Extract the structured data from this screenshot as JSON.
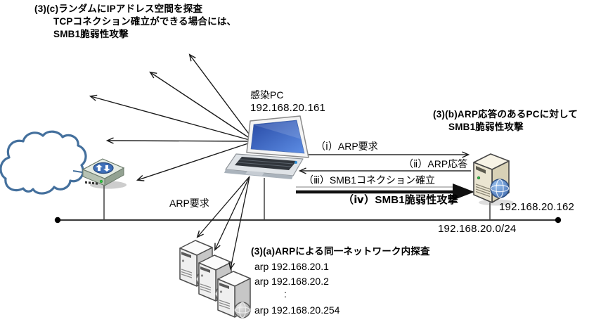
{
  "diagram": {
    "notes": {
      "random_scan": {
        "line1": "(3)(c)ランダムにIPアドレス空間を探査",
        "line2": "TCPコネクション確立ができる場合には、",
        "line3": "SMB1脆弱性攻撃"
      },
      "arp_response_attack": {
        "line1": "(3)(b)ARP応答のあるPCに対して",
        "line2": "SMB1脆弱性攻撃"
      },
      "arp_lan_scan": {
        "title": "(3)(a)ARPによる同一ネットワーク内探査",
        "cmd1": "arp 192.168.20.1",
        "cmd2": "arp 192.168.20.2",
        "ellipsis": ":",
        "cmd3": "arp 192.168.20.254"
      }
    },
    "nodes": {
      "infected_pc": {
        "name": "感染PC",
        "ip": "192.168.20.161"
      },
      "target_pc": {
        "ip": "192.168.20.162"
      },
      "network": {
        "cidr": "192.168.20.0/24"
      }
    },
    "labels": {
      "arp_broadcast": "ARP要求"
    },
    "sequence": {
      "step1": "（ⅰ）ARP要求",
      "step2": "（ⅱ）ARP応答",
      "step3": "（ⅲ）SMB1コネクション確立",
      "step4": "（ⅳ）SMB1脆弱性攻撃"
    },
    "icons": {
      "cloud": "internet-cloud-icon",
      "router": "router-icon",
      "laptop": "infected-laptop-icon",
      "server": "target-server-icon",
      "server_stack": "lan-server-stack-icon"
    },
    "colors": {
      "cloud_stroke": "#44709D",
      "accent_blue": "#3E6FB8",
      "arrow_black": "#1A1A1A",
      "network_line": "#3D3D3D",
      "server_beige": "#EBE5D1",
      "led_green": "#37B34A"
    }
  }
}
